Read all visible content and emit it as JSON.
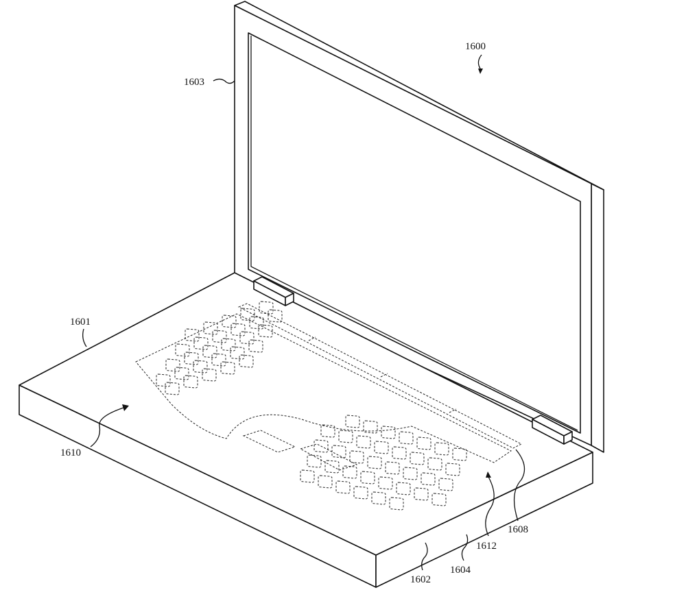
{
  "labels": {
    "ref_1600": "1600",
    "ref_1603": "1603",
    "ref_1601": "1601",
    "ref_1610": "1610",
    "ref_1608": "1608",
    "ref_1612": "1612",
    "ref_1602": "1602",
    "ref_1604": "1604"
  },
  "colors": {
    "line": "#111111",
    "background": "#ffffff"
  }
}
